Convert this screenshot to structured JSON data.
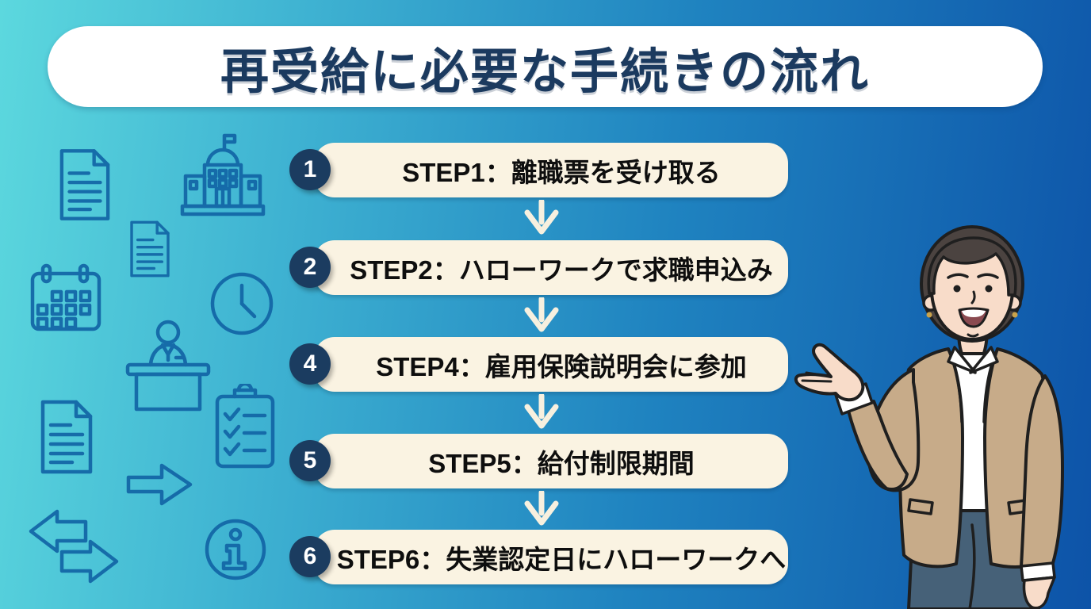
{
  "title": {
    "text": "再受給に必要な手続きの流れ"
  },
  "steps": [
    {
      "number": "1",
      "label": "STEP1：離職票を受け取る"
    },
    {
      "number": "2",
      "label": "STEP2：ハローワークで求職申込み"
    },
    {
      "number": "4",
      "label": "STEP4：雇用保険説明会に参加"
    },
    {
      "number": "5",
      "label": "STEP5：給付制限期間"
    },
    {
      "number": "6",
      "label": "STEP6：失業認定日にハローワークへ"
    }
  ],
  "decorative_icons": [
    "document-icon",
    "government-building-icon",
    "document-icon",
    "calendar-icon",
    "clock-icon",
    "receptionist-desk-icon",
    "document-icon",
    "checklist-clipboard-icon",
    "arrow-right-icon",
    "swap-arrows-icon",
    "info-icon"
  ],
  "illustration": {
    "name": "presenter-woman-illustration"
  },
  "colors": {
    "background_gradient_left": "#5CD8DE",
    "background_gradient_right": "#0D53A8",
    "title_banner_background": "#FFFFFF",
    "title_text": "#1B3A5F",
    "step_box_background": "#FAF3E2",
    "step_label_text": "#0E0E0E",
    "step_number_background": "#1B3C60",
    "step_number_text": "#FFFFFF",
    "flow_arrow": "#F7F0DF",
    "decorative_icon_stroke": "#1265A6"
  }
}
